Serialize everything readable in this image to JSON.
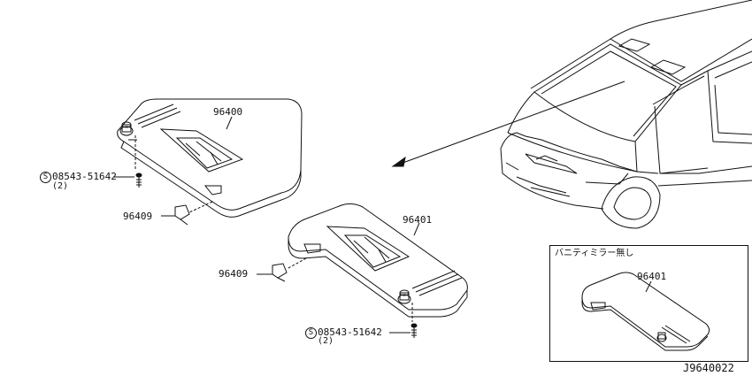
{
  "parts": {
    "visor_left": "96400",
    "visor_right": "96401",
    "holder_left": "96409",
    "holder_right": "96409",
    "screw_left": "08543-51642",
    "screw_left_qty": "(2)",
    "screw_right": "08543-51642",
    "screw_right_qty": "(2)",
    "screw_symbol": "S"
  },
  "inset": {
    "title": "バニティミラー無し",
    "part": "96401"
  },
  "diagram_id": "J9640022"
}
